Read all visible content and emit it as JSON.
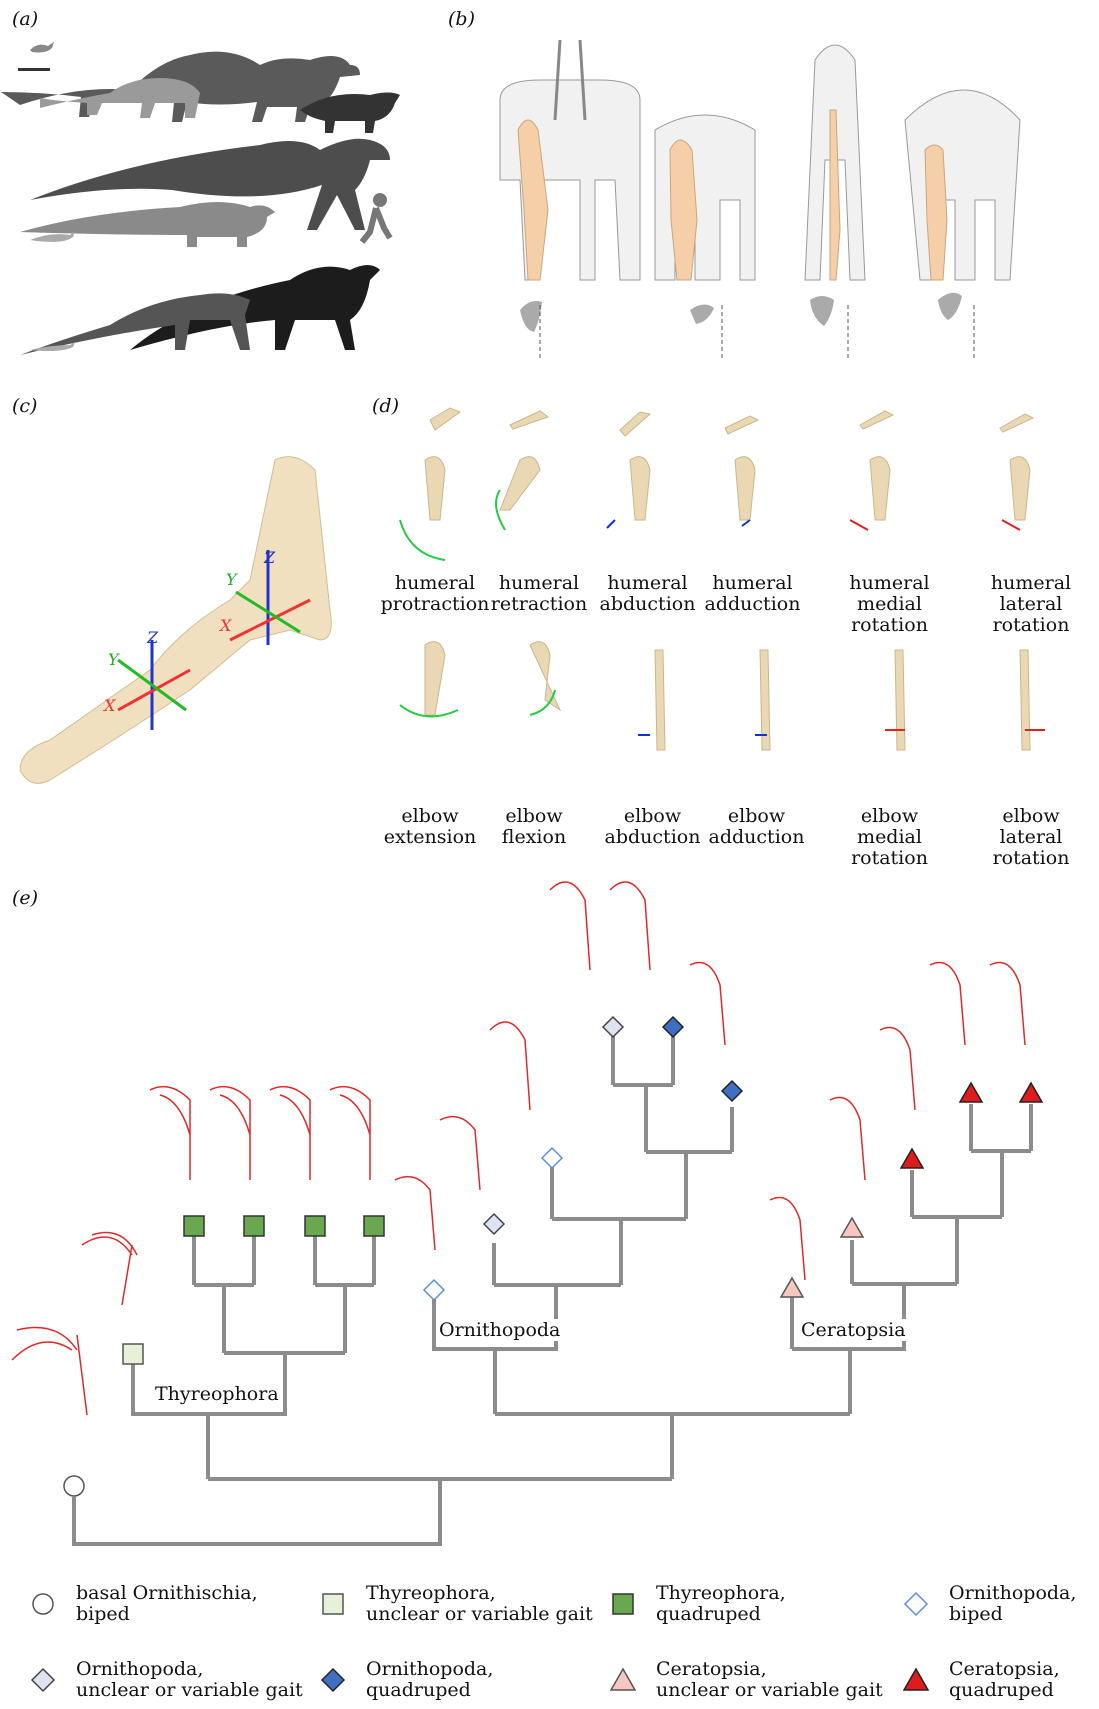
{
  "panels": {
    "a": "(a)",
    "b": "(b)",
    "c": "(c)",
    "d": "(d)",
    "e": "(e)"
  },
  "axes": {
    "x": "X",
    "y": "Y",
    "z": "Z"
  },
  "motions": [
    [
      "humeral",
      "protraction"
    ],
    [
      "humeral",
      "retraction"
    ],
    [
      "humeral",
      "abduction"
    ],
    [
      "humeral",
      "adduction"
    ],
    [
      "humeral",
      "medial rotation"
    ],
    [
      "humeral",
      "lateral rotation"
    ],
    [
      "elbow",
      "extension"
    ],
    [
      "elbow",
      "flexion"
    ],
    [
      "elbow",
      "abduction"
    ],
    [
      "elbow",
      "adduction"
    ],
    [
      "elbow",
      "medial rotation"
    ],
    [
      "elbow",
      "lateral rotation"
    ]
  ],
  "clades": {
    "thyreophora": "Thyreophora",
    "ornithopoda": "Ornithopoda",
    "ceratopsia": "Ceratopsia"
  },
  "legend": [
    {
      "line1": "basal Ornithischia,",
      "line2": "biped",
      "symbol": "circle",
      "fill": "#ffffff",
      "stroke": "#555555"
    },
    {
      "line1": "Thyreophora,",
      "line2": "unclear or variable gait",
      "symbol": "square",
      "fill": "#e6f1d8",
      "stroke": "#555555"
    },
    {
      "line1": "Thyreophora,",
      "line2": "quadruped",
      "symbol": "square",
      "fill": "#6aa84f",
      "stroke": "#333333"
    },
    {
      "line1": "Ornithopoda,",
      "line2": "biped",
      "symbol": "diamond",
      "fill": "#ffffff",
      "stroke": "#5b8fd6"
    },
    {
      "line1": "Ornithopoda,",
      "line2": "unclear or variable gait",
      "symbol": "diamond",
      "fill": "#dde3f0",
      "stroke": "#444444"
    },
    {
      "line1": "Ornithopoda,",
      "line2": "quadruped",
      "symbol": "diamond",
      "fill": "#3e6fc2",
      "stroke": "#222222"
    },
    {
      "line1": "Ceratopsia,",
      "line2": "unclear or variable gait",
      "symbol": "triangle",
      "fill": "#f6c6c0",
      "stroke": "#555555"
    },
    {
      "line1": "Ceratopsia,",
      "line2": "quadruped",
      "symbol": "triangle",
      "fill": "#e01b1b",
      "stroke": "#222222"
    }
  ]
}
